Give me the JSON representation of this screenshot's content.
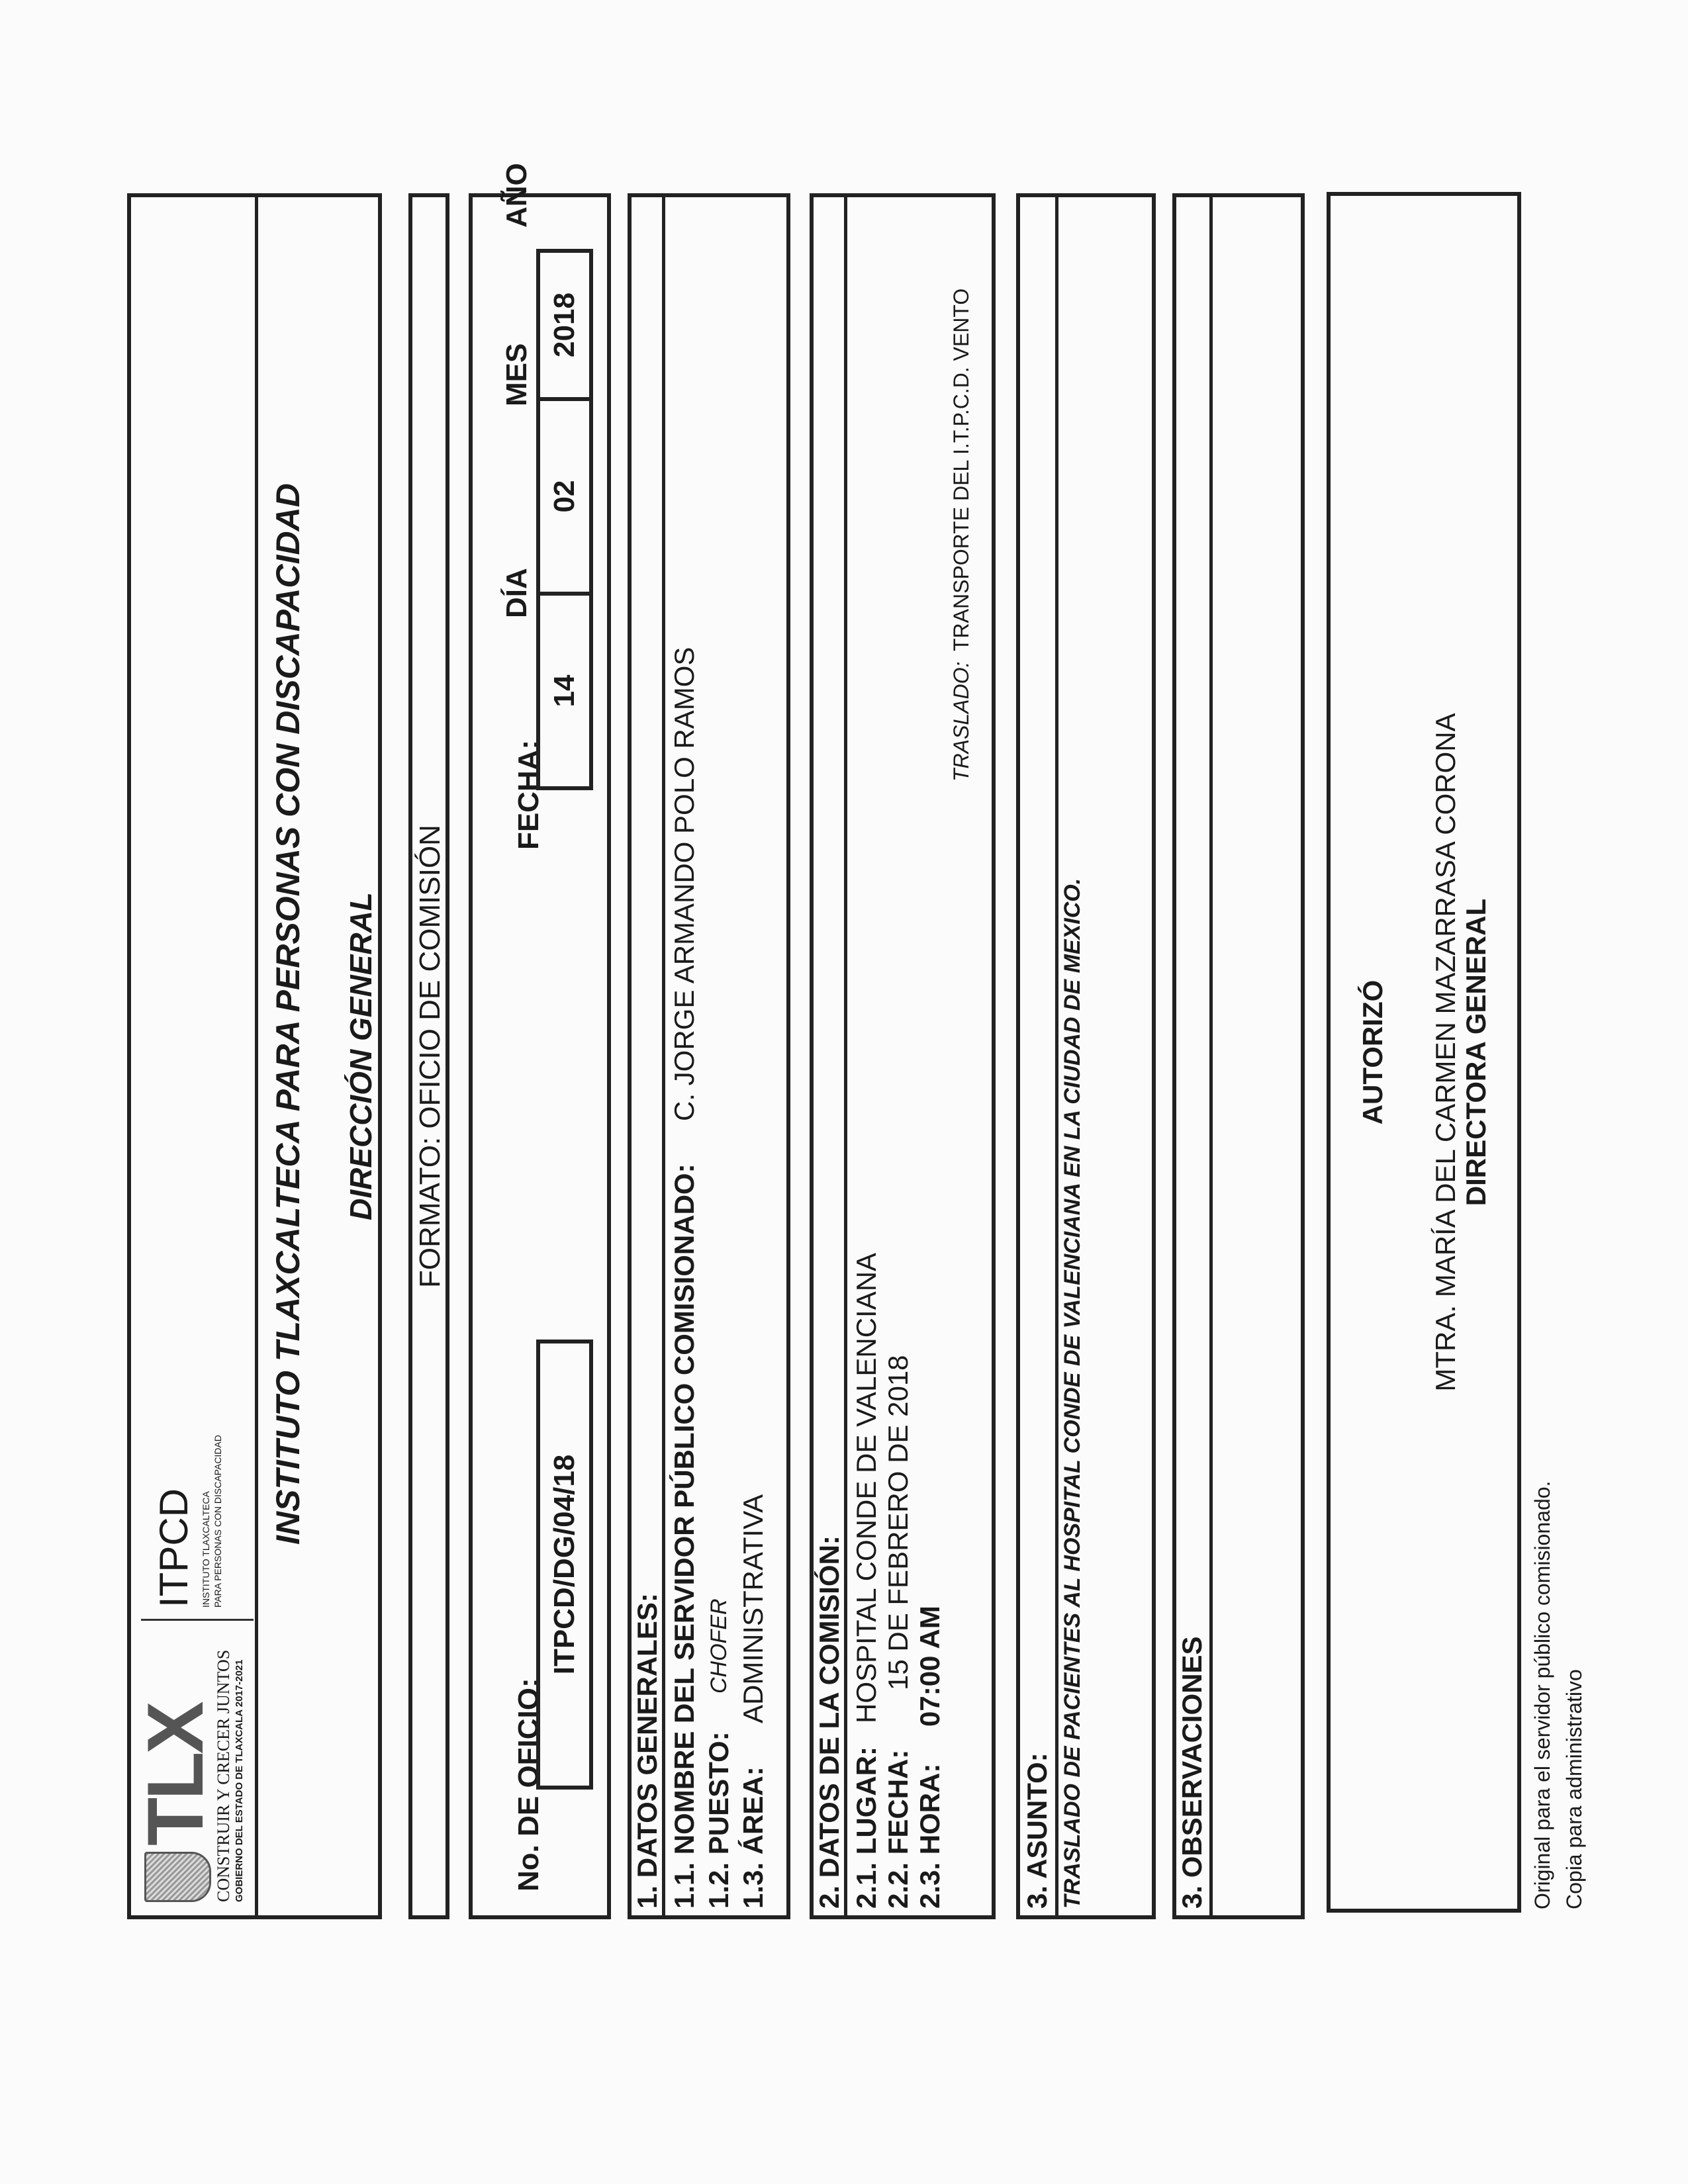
{
  "logo": {
    "gov_letters": "TLX",
    "gov_slogan": "CONSTRUIR Y CRECER JUNTOS",
    "gov_sub": "GOBIERNO DEL ESTADO DE TLAXCALA 2017-2021",
    "inst_acronym": "ITPCD",
    "inst_line1": "INSTITUTO TLAXCALTECA",
    "inst_line2": "PARA PERSONAS CON DISCAPACIDAD"
  },
  "header": {
    "title": "INSTITUTO TLAXCALTECA PARA PERSONAS CON DISCAPACIDAD",
    "subtitle": "DIRECCIÓN GENERAL"
  },
  "format_title": "FORMATO: OFICIO DE COMISIÓN",
  "oficio": {
    "label": "No. DE OFICIO:",
    "value": "ITPCD/DG/04/18"
  },
  "fecha": {
    "label": "FECHA:",
    "dia_label": "DÍA",
    "mes_label": "MES",
    "anio_label": "AÑO",
    "dia": "14",
    "mes": "02",
    "anio": "2018"
  },
  "datos_generales": {
    "title": "1. DATOS GENERALES:",
    "nombre_label": "1.1. NOMBRE DEL SERVIDOR PÚBLICO COMISIONADO:",
    "nombre": "C. JORGE ARMANDO POLO RAMOS",
    "puesto_label": "1.2. PUESTO:",
    "puesto": "CHOFER",
    "area_label": "1.3. ÁREA:",
    "area": "ADMINISTRATIVA"
  },
  "datos_comision": {
    "title": "2. DATOS DE LA COMISIÓN:",
    "lugar_label": "2.1. LUGAR:",
    "lugar": "HOSPITAL CONDE DE VALENCIANA",
    "fecha_label": "2.2. FECHA:",
    "fecha": "15 DE FEBRERO DE 2018",
    "hora_label": "2.3. HORA:",
    "hora": "07:00 AM",
    "traslado_label": "TRASLADO:",
    "traslado": "TRANSPORTE DEL I.T.P.C.D. VENTO"
  },
  "asunto": {
    "title": "3. ASUNTO:",
    "text": "TRASLADO DE PACIENTES AL HOSPITAL CONDE DE VALENCIANA EN LA CIUDAD DE MEXICO."
  },
  "observaciones": {
    "title": "3. OBSERVACIONES"
  },
  "firma": {
    "label": "AUTORIZÓ",
    "name": "MTRA. MARÍA DEL CARMEN MAZARRASA CORONA",
    "position": "DIRECTORA GENERAL"
  },
  "footer": {
    "line1": "Original para el servidor público comisionado.",
    "line2": "Copia para administrativo"
  }
}
